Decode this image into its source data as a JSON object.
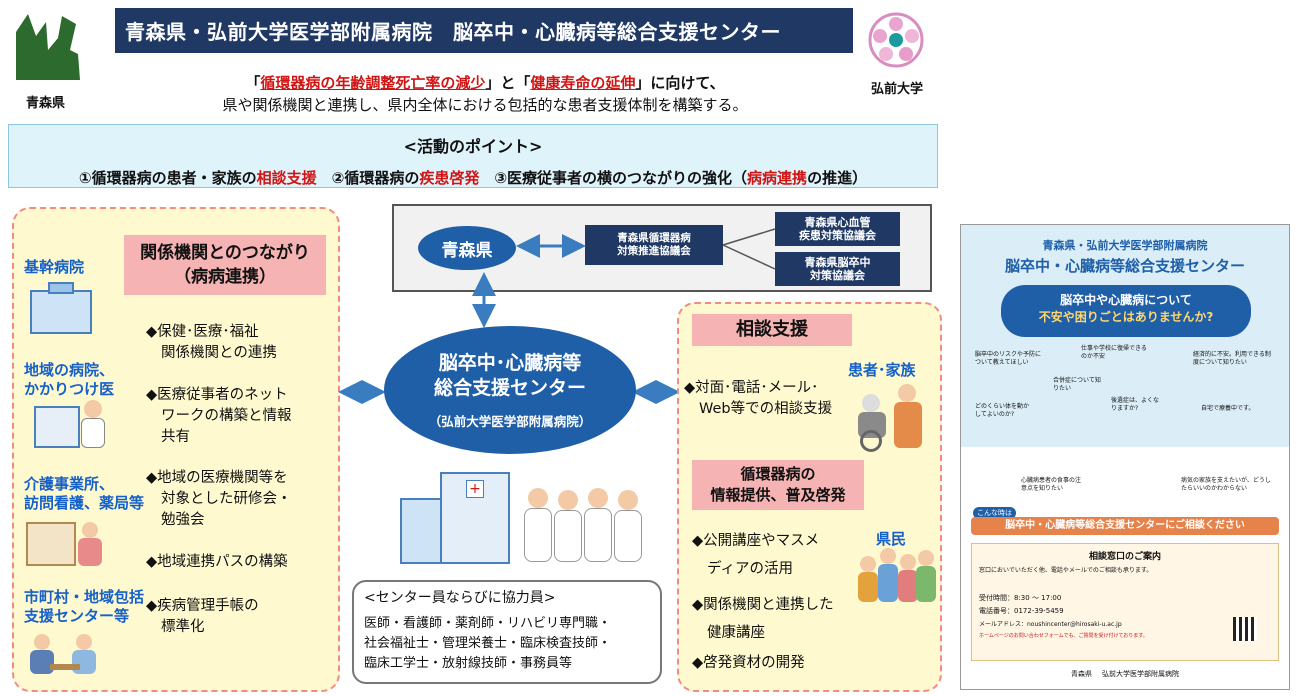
{
  "header": {
    "title": "青森県・弘前大学医学部附属病院　脳卒中・心臓病等総合支援センター",
    "left_logo_caption": "青森県",
    "right_logo_caption": "弘前大学",
    "tagline_q1": "「",
    "tagline_r1": "循環器病の年齢調整死亡率の減少",
    "tagline_q2": "」と「",
    "tagline_r2": "健康寿命の延伸",
    "tagline_q3": "」に向けて、",
    "tagline_line2": "県や関係機関と連携し、県内全体における包括的な患者支援体制を構築する。"
  },
  "points": {
    "title": "<活動のポイント>",
    "p1_a": "①循環器病の患者・家族の",
    "p1_b": "相談支援",
    "p2_a": "　②循環器病の",
    "p2_b": "疾患啓発",
    "p3_a": "　③医療従事者の横のつながりの強化（",
    "p3_b": "病病連携",
    "p3_c": "の推進）"
  },
  "top_network": {
    "prefecture": "青森県",
    "council1_line1": "青森県循環器病",
    "council1_line2": "対策推進協議会",
    "council2_line1": "青森県心血管",
    "council2_line2": "疾患対策協議会",
    "council3_line1": "青森県脳卒中",
    "council3_line2": "対策協議会"
  },
  "center": {
    "line1": "脳卒中･心臓病等",
    "line2": "総合支援センター",
    "line3": "（弘前大学医学部附属病院）"
  },
  "left_panel": {
    "heading_line1": "関係機関とのつながり",
    "heading_line2": "（病病連携）",
    "labels": {
      "core_hospital": "基幹病院",
      "local_hospital_1": "地域の病院、",
      "local_hospital_2": "かかりつけ医",
      "care_1": "介護事業所、",
      "care_2": "訪問看護、薬局等",
      "municipal_1": "市町村・地域包括",
      "municipal_2": "支援センター等"
    },
    "bullets": [
      {
        "l1": "◆保健･医療･福祉",
        "l2": "関係機関との連携",
        "l3": ""
      },
      {
        "l1": "◆医療従事者のネット",
        "l2": "ワークの構築と情報",
        "l3": "共有"
      },
      {
        "l1": "◆地域の医療機関等を",
        "l2": "対象とした研修会・",
        "l3": "勉強会"
      },
      {
        "l1": "◆地域連携パスの構築",
        "l2": "",
        "l3": ""
      },
      {
        "l1": "◆疾病管理手帳の",
        "l2": "標準化",
        "l3": ""
      }
    ]
  },
  "right_panel": {
    "consult_heading": "相談支援",
    "patients_label": "患者･家族",
    "consult_l1": "◆対面･電話･メール･",
    "consult_l2": "Web等での相談支援",
    "enlight_heading_l1": "循環器病の",
    "enlight_heading_l2": "情報提供、普及啓発",
    "citizens_label": "県民",
    "en_b1_l1": "◆公開講座やマスメ",
    "en_b1_l2": "ディアの活用",
    "en_b2_l1": "◆関係機関と連携した",
    "en_b2_l2": "健康講座",
    "en_b3": "◆啓発資材の開発"
  },
  "staff": {
    "title": "<センター員ならびに協力員>",
    "line1": "医師・看護師・薬剤師・リハビリ専門職・",
    "line2": "社会福祉士・管理栄養士・臨床検査技師・",
    "line3": "臨床工学士・放射線技師・事務員等"
  },
  "flyer": {
    "top_line": "青森県・弘前大学医学部附属病院",
    "title": "脳卒中・心臓病等総合支援センター",
    "banner_l1": "脳卒中や心臓病について",
    "banner_l2": "不安や困りごとはありませんか?",
    "q1": "脳卒中のリスクや予防について教えてほしい",
    "q2": "仕事や学校に復帰できるのか不安",
    "q3": "経済的に不安。利用できる制度について知りたい",
    "q4": "合併症について知りたい",
    "q5": "どのくらい体を動かしてよいのか?",
    "q6": "後遺症は、よくなりますか?",
    "q7": "自宅で療養中です。",
    "q8": "心臓病患者の食事の注意点を知りたい",
    "q9": "病気の家族を支えたいが、どうしたらいいのかわからない",
    "cta_small": "こんな時は",
    "cta": "脳卒中・心臓病等総合支援センターにご相談ください",
    "window_title": "相談窓口のご案内",
    "window_l1": "窓口においでいただく他、電話やメールでのご相談も承ります。",
    "window_hours": "受付時間：8:30 〜 17:00",
    "window_tel": "電話番号：0172-39-5459",
    "window_mail": "メールアドレス：noushincenter@hirosaki-u.ac.jp",
    "window_hp": "ホームページのお問い合わせフォームでも、ご質問を受け付けております。",
    "footer_1": "青森県",
    "footer_2": "弘前大学医学部附属病院"
  },
  "colors": {
    "navy": "#1f3864",
    "blue": "#1f5fa8",
    "accent_red": "#d01515",
    "pink": "#f6b3b3",
    "yellow_panel": "#fff9d0",
    "light_blue": "#dff3fb"
  }
}
